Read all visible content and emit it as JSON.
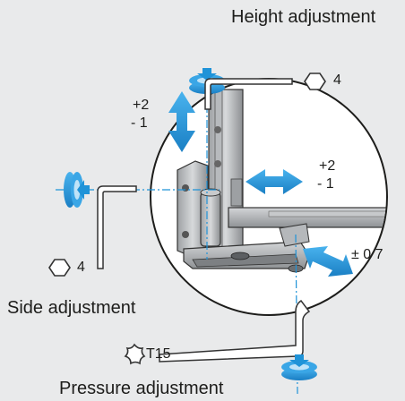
{
  "labels": {
    "height_adjustment": "Height adjustment",
    "side_adjustment": "Side adjustment",
    "pressure_adjustment": "Pressure adjustment"
  },
  "values": {
    "height_plus": "+2",
    "height_minus": "- 1",
    "side_plus": "+2",
    "side_minus": "- 1",
    "pressure": "± 0 7"
  },
  "tools": {
    "height_tool": "4",
    "side_tool": "4",
    "pressure_tool": "T15"
  },
  "colors": {
    "arrow_blue": "#1f93d8",
    "line": "#333333"
  }
}
